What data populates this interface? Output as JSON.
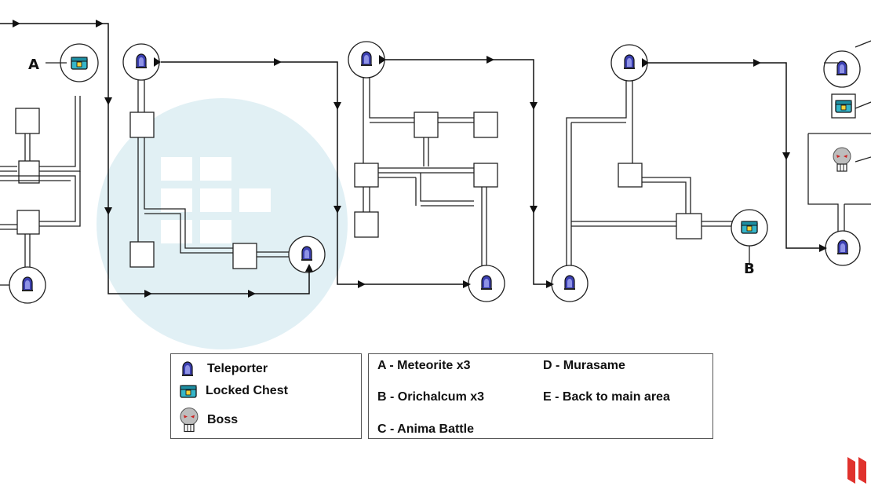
{
  "map": {
    "marker_a": "A",
    "marker_b": "B",
    "icons": [
      "teleporter-icon",
      "locked-chest-icon",
      "boss-skull-icon"
    ]
  },
  "legend": {
    "teleporter": "Teleporter",
    "locked_chest": "Locked Chest",
    "boss": "Boss"
  },
  "key": {
    "a": "A - Meteorite x3",
    "b": "B - Orichalcum x3",
    "c": "C - Anima Battle",
    "d": "D - Murasame",
    "e": "E - Back to main area"
  },
  "colors": {
    "teleporter": "#3b3fb0",
    "chest": "#36b6c9",
    "boss_eyes": "#cc2222",
    "logo": "#e0322d",
    "watermark": "#c9e4ec"
  }
}
